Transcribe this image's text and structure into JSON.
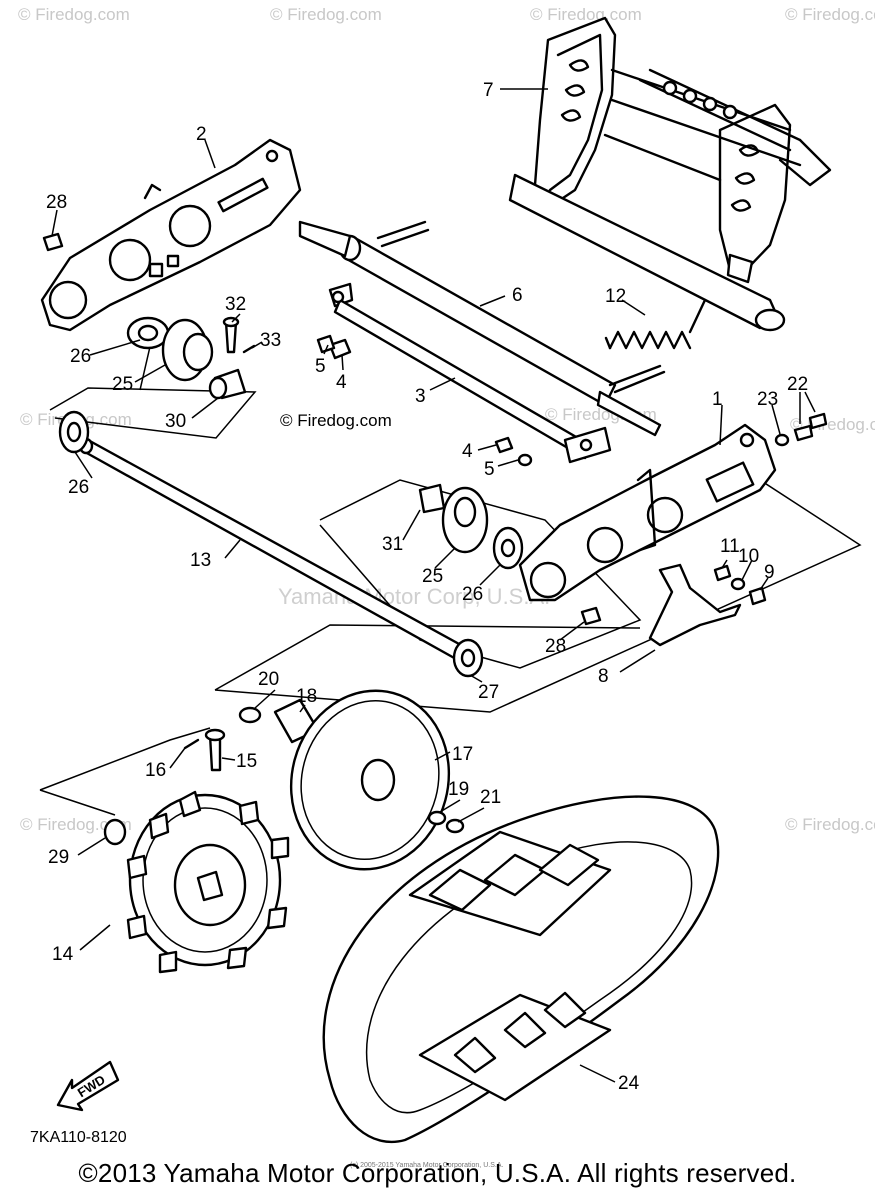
{
  "watermarks": {
    "tile": "© Firedog.com",
    "site": "© Firedog.com",
    "maker": "Yamaha Motor Corp, U.S.A."
  },
  "callouts": [
    {
      "id": "1",
      "label": "1"
    },
    {
      "id": "2",
      "label": "2"
    },
    {
      "id": "3",
      "label": "3"
    },
    {
      "id": "4a",
      "label": "4"
    },
    {
      "id": "4b",
      "label": "4"
    },
    {
      "id": "5a",
      "label": "5"
    },
    {
      "id": "5b",
      "label": "5"
    },
    {
      "id": "6",
      "label": "6"
    },
    {
      "id": "7",
      "label": "7"
    },
    {
      "id": "8",
      "label": "8"
    },
    {
      "id": "9",
      "label": "9"
    },
    {
      "id": "10",
      "label": "10"
    },
    {
      "id": "11",
      "label": "11"
    },
    {
      "id": "12",
      "label": "12"
    },
    {
      "id": "13",
      "label": "13"
    },
    {
      "id": "14",
      "label": "14"
    },
    {
      "id": "15",
      "label": "15"
    },
    {
      "id": "16",
      "label": "16"
    },
    {
      "id": "17",
      "label": "17"
    },
    {
      "id": "18",
      "label": "18"
    },
    {
      "id": "19",
      "label": "19"
    },
    {
      "id": "20",
      "label": "20"
    },
    {
      "id": "21",
      "label": "21"
    },
    {
      "id": "22",
      "label": "22"
    },
    {
      "id": "23",
      "label": "23"
    },
    {
      "id": "24",
      "label": "24"
    },
    {
      "id": "25a",
      "label": "25"
    },
    {
      "id": "25b",
      "label": "25"
    },
    {
      "id": "26a",
      "label": "26"
    },
    {
      "id": "26b",
      "label": "26"
    },
    {
      "id": "26c",
      "label": "26"
    },
    {
      "id": "27",
      "label": "27"
    },
    {
      "id": "28a",
      "label": "28"
    },
    {
      "id": "28b",
      "label": "28"
    },
    {
      "id": "29",
      "label": "29"
    },
    {
      "id": "30",
      "label": "30"
    },
    {
      "id": "31",
      "label": "31"
    },
    {
      "id": "32",
      "label": "32"
    },
    {
      "id": "33",
      "label": "33"
    }
  ],
  "fwd_label": "FWD",
  "diagram_code": "7KA110-8120",
  "fine_print": "(c) 2005-2015 Yamaha Motor Corporation, U.S.A.",
  "copyright": "©2013 Yamaha Motor Corporation, U.S.A. All rights reserved."
}
